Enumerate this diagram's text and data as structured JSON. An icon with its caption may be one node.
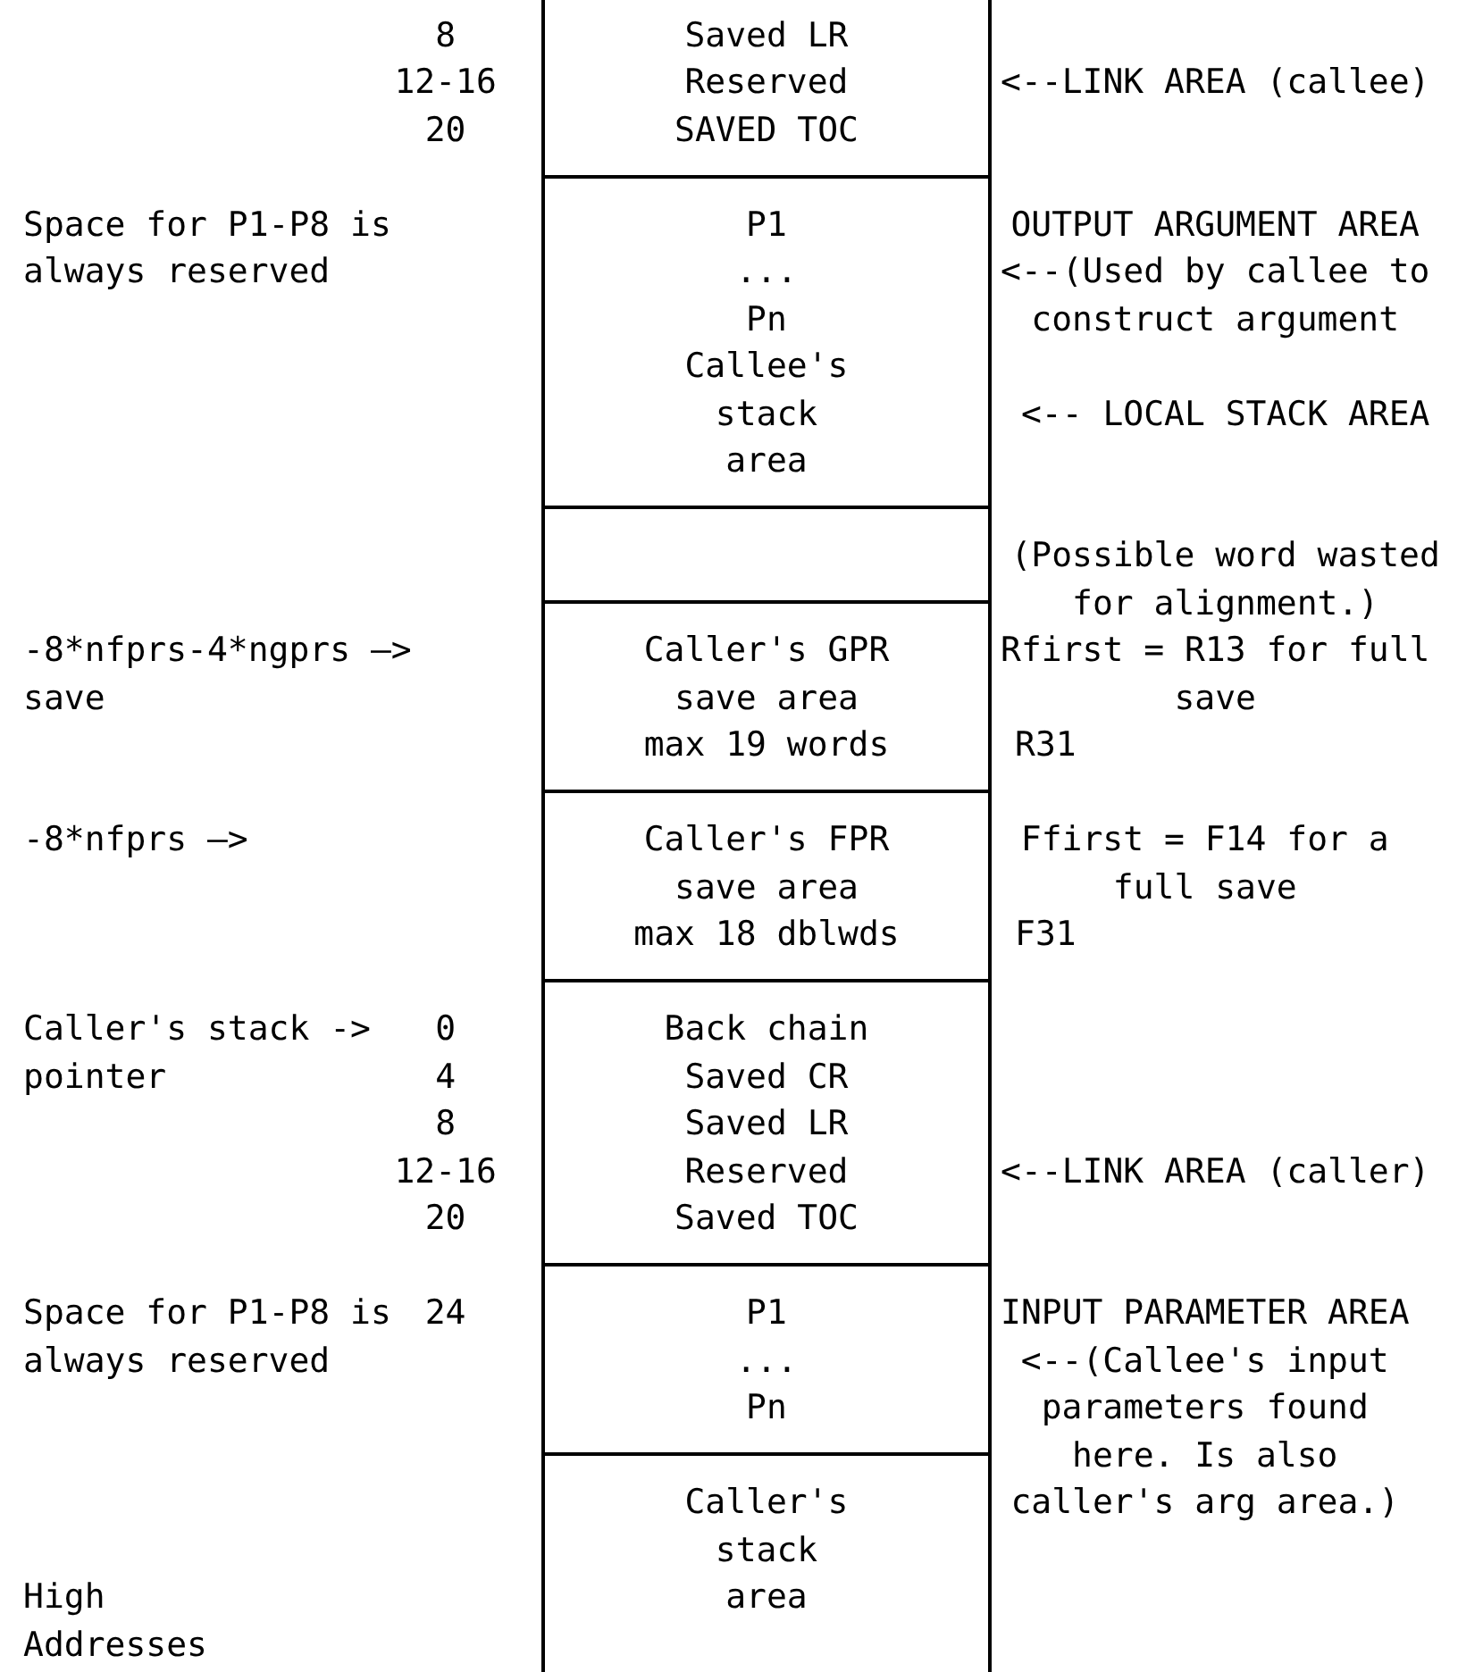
{
  "diagram": {
    "nodes": [
      {
        "text": [
          "Saved LR",
          "Reserved",
          "SAVED TOC"
        ]
      },
      {
        "text": [
          "P1",
          "...",
          "Pn",
          "Callee's stack area"
        ]
      },
      {
        "text": [],
        "shape": "box"
      },
      {
        "text": [
          "Caller's GPR",
          "save area",
          "max 19 words"
        ]
      },
      {
        "text": [
          "Caller's FPR",
          "save area",
          "max 18 dblwds"
        ]
      },
      {
        "text": [
          "Back chain",
          "Saved CR",
          "Saved LR",
          "Reserved",
          "Saved TOC"
        ]
      },
      {
        "text": [
          "P1",
          "...",
          "Pn"
        ]
      },
      {
        "text": [
          "Caller's stack area"
        ]
      }
    ],
    "labels": [
      "8",
      "12-16",
      "<--LINK AREA (callee)",
      "20",
      "Space for P1-P8 is always reserved",
      "OUTPUT ARGUMENT AREA <--(Used by callee to construct argument",
      "<-- LOCAL STACK AREA",
      "(Possible word wasted for alignment.)",
      "-8*nfprs-4*ngprs —> save",
      "Rfirst = R13 for full save",
      "R31",
      "-8*nfprs —>",
      "Ffirst = F14 for a full save",
      "F31",
      "Caller's stack -> pointer",
      "0",
      "4",
      "8",
      "12-16",
      "<--LINK AREA (caller)",
      "20",
      "Space for P1-P8 is always reserved",
      "24",
      "INPUT PARAMETER AREA <--(Callee's input parameters found here. Is also caller's arg area.)",
      "High Addresses"
    ]
  }
}
